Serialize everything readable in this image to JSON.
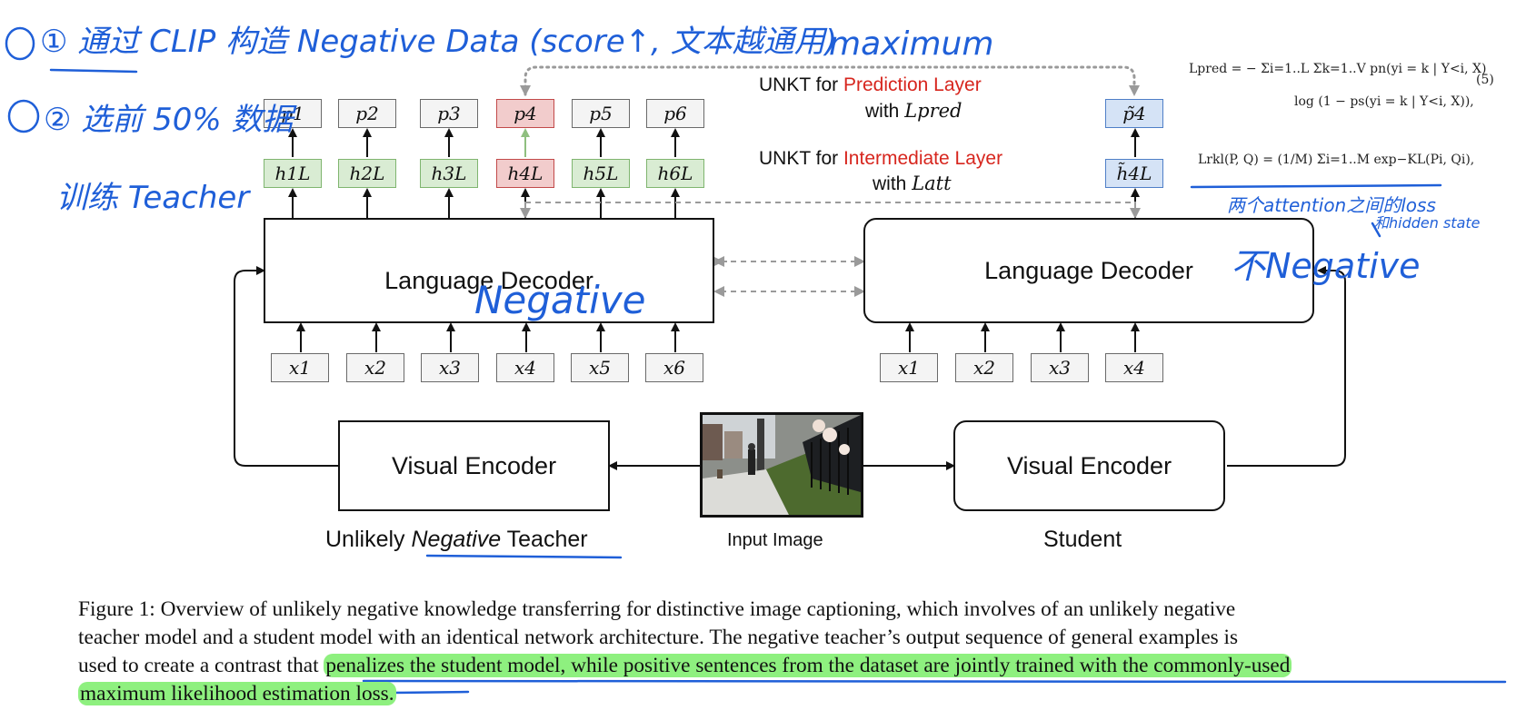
{
  "tokens": {
    "teacher_p": [
      "p1",
      "p2",
      "p3",
      "p4",
      "p5",
      "p6"
    ],
    "teacher_h": [
      "h1L",
      "h2L",
      "h3L",
      "h4L",
      "h5L",
      "h6L"
    ],
    "teacher_x": [
      "x1",
      "x2",
      "x3",
      "x4",
      "x5",
      "x6"
    ],
    "student_p": "p̃4",
    "student_h": "h̃4L",
    "student_x": [
      "x1",
      "x2",
      "x3",
      "x4"
    ]
  },
  "diagram": {
    "teacher_decoder": "Language Decoder",
    "student_decoder": "Language Decoder",
    "teacher_encoder": "Visual Encoder",
    "student_encoder": "Visual Encoder",
    "teacher_label_pre": "Unlikely ",
    "teacher_label_neg": "Negative",
    "teacher_label_post": " Teacher",
    "image_label": "Input Image",
    "student_label": "Student",
    "unkt_pred_pre": "UNKT for ",
    "unkt_pred_red": "Prediction Layer",
    "unkt_pred_with": "with",
    "unkt_pred_loss": "Lpred",
    "unkt_int_pre": "UNKT for ",
    "unkt_int_red": "Intermediate Layer",
    "unkt_int_with": "with",
    "unkt_int_loss": "Latt"
  },
  "formulas": {
    "pred_line1": "Lpred = − Σi=1..L Σk=1..V pn(yi = k | Y<i, X)",
    "pred_line2": "log (1 − ps(yi = k | Y<i, X)),",
    "pred_number": "(5)",
    "rkl": "Lrkl(P, Q) = (1/M) Σi=1..M exp−KL(Pi, Qi),"
  },
  "annotations": {
    "note1": "① 通过 CLIP 构造 Negative Data (score↑, 文本越通用)",
    "note2": "② 选前 50% 数据",
    "note3": "训练 Teacher",
    "maximum": "maximum",
    "negative": "Negative",
    "not_negative": "不Negative",
    "attn_note": "两个attention之间的loss",
    "hidden_note": "和hidden state"
  },
  "caption": {
    "line1": "Figure 1:  Overview of unlikely negative knowledge transferring for distinctive image captioning, which involves of an unlikely negative",
    "line2": "teacher model and a student model with an identical network architecture.  The negative teacher’s output sequence of general examples is",
    "line3_plain": "used to create a contrast that ",
    "line3_highlight": "penalizes the student model, while positive sentences from the dataset are jointly trained with the commonly-used",
    "line4_highlight": "maximum likelihood estimation loss."
  },
  "colors": {
    "prediction_highlight": "#d7261e",
    "annotation_pen": "#1f5fd8",
    "caption_highlight": "#8ef07f",
    "hidden_green": "#d9ecd3",
    "target_red": "#f2cccc",
    "student_blue": "#d5e3f6"
  }
}
